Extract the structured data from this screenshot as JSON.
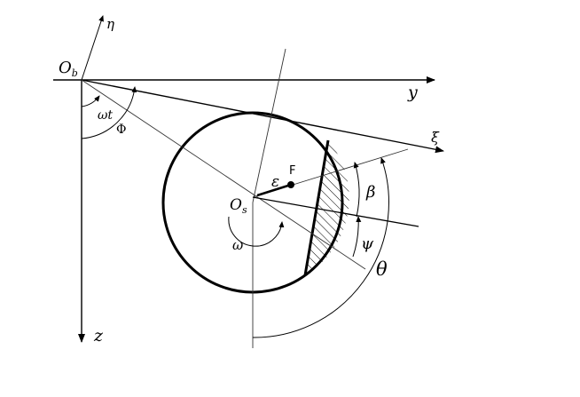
{
  "diagram": {
    "labels": {
      "origin_bearing": "O",
      "origin_bearing_sub": "b",
      "origin_shaft": "O",
      "origin_shaft_sub": "s",
      "axis_eta": "η",
      "axis_y": "y",
      "axis_xi": "ξ",
      "axis_z": "z",
      "omega_t": "ωt",
      "phi": "Φ",
      "epsilon": "ε",
      "point_f": "F",
      "omega": "ω",
      "beta": "β",
      "psi": "ψ",
      "theta": "θ"
    },
    "colors": {
      "stroke": "#000000",
      "thin_stroke": "#333333",
      "background": "#ffffff"
    }
  }
}
